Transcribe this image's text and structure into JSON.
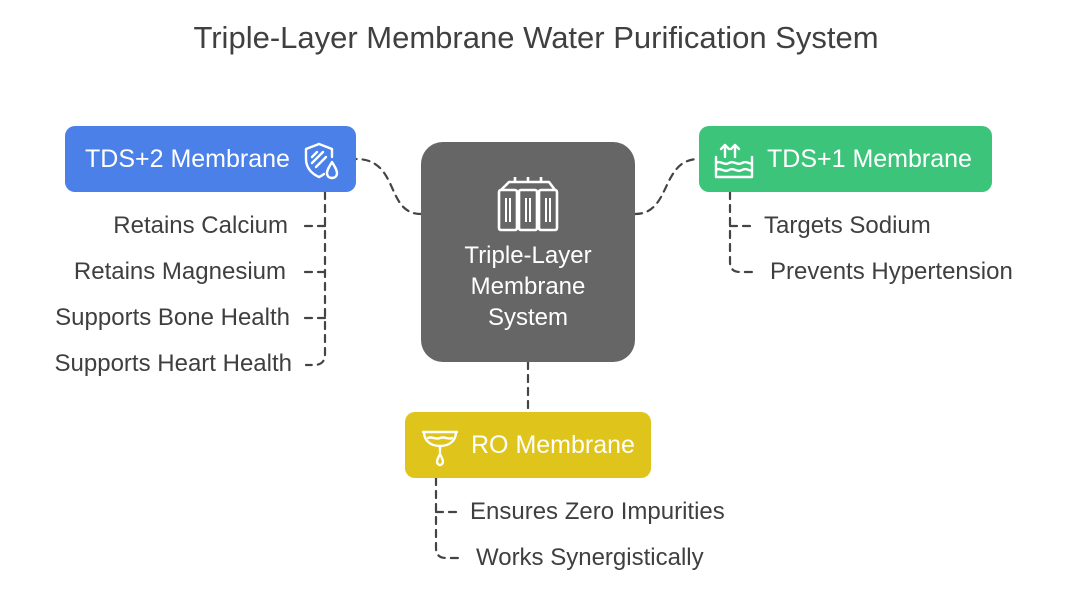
{
  "title": "Triple-Layer Membrane Water Purification System",
  "center": {
    "lines": [
      "Triple-Layer",
      "Membrane",
      "System"
    ],
    "icon": "filter-cartridges-icon"
  },
  "branches": {
    "tds2": {
      "label": "TDS+2 Membrane",
      "icon": "shield-water-drop-icon",
      "color": "#4b80e8",
      "items": [
        "Retains Calcium",
        "Retains Magnesium",
        "Supports Bone Health",
        "Supports Heart Health"
      ]
    },
    "tds1": {
      "label": "TDS+1 Membrane",
      "icon": "evaporation-waves-icon",
      "color": "#3cc57a",
      "items": [
        "Targets Sodium",
        "Prevents Hypertension"
      ]
    },
    "ro": {
      "label": "RO Membrane",
      "icon": "filter-funnel-drop-icon",
      "color": "#dec41b",
      "items": [
        "Ensures Zero Impurities",
        "Works Synergistically"
      ]
    }
  },
  "colors": {
    "center": "#666666",
    "text": "#3f3f3f",
    "connector": "#444444"
  }
}
